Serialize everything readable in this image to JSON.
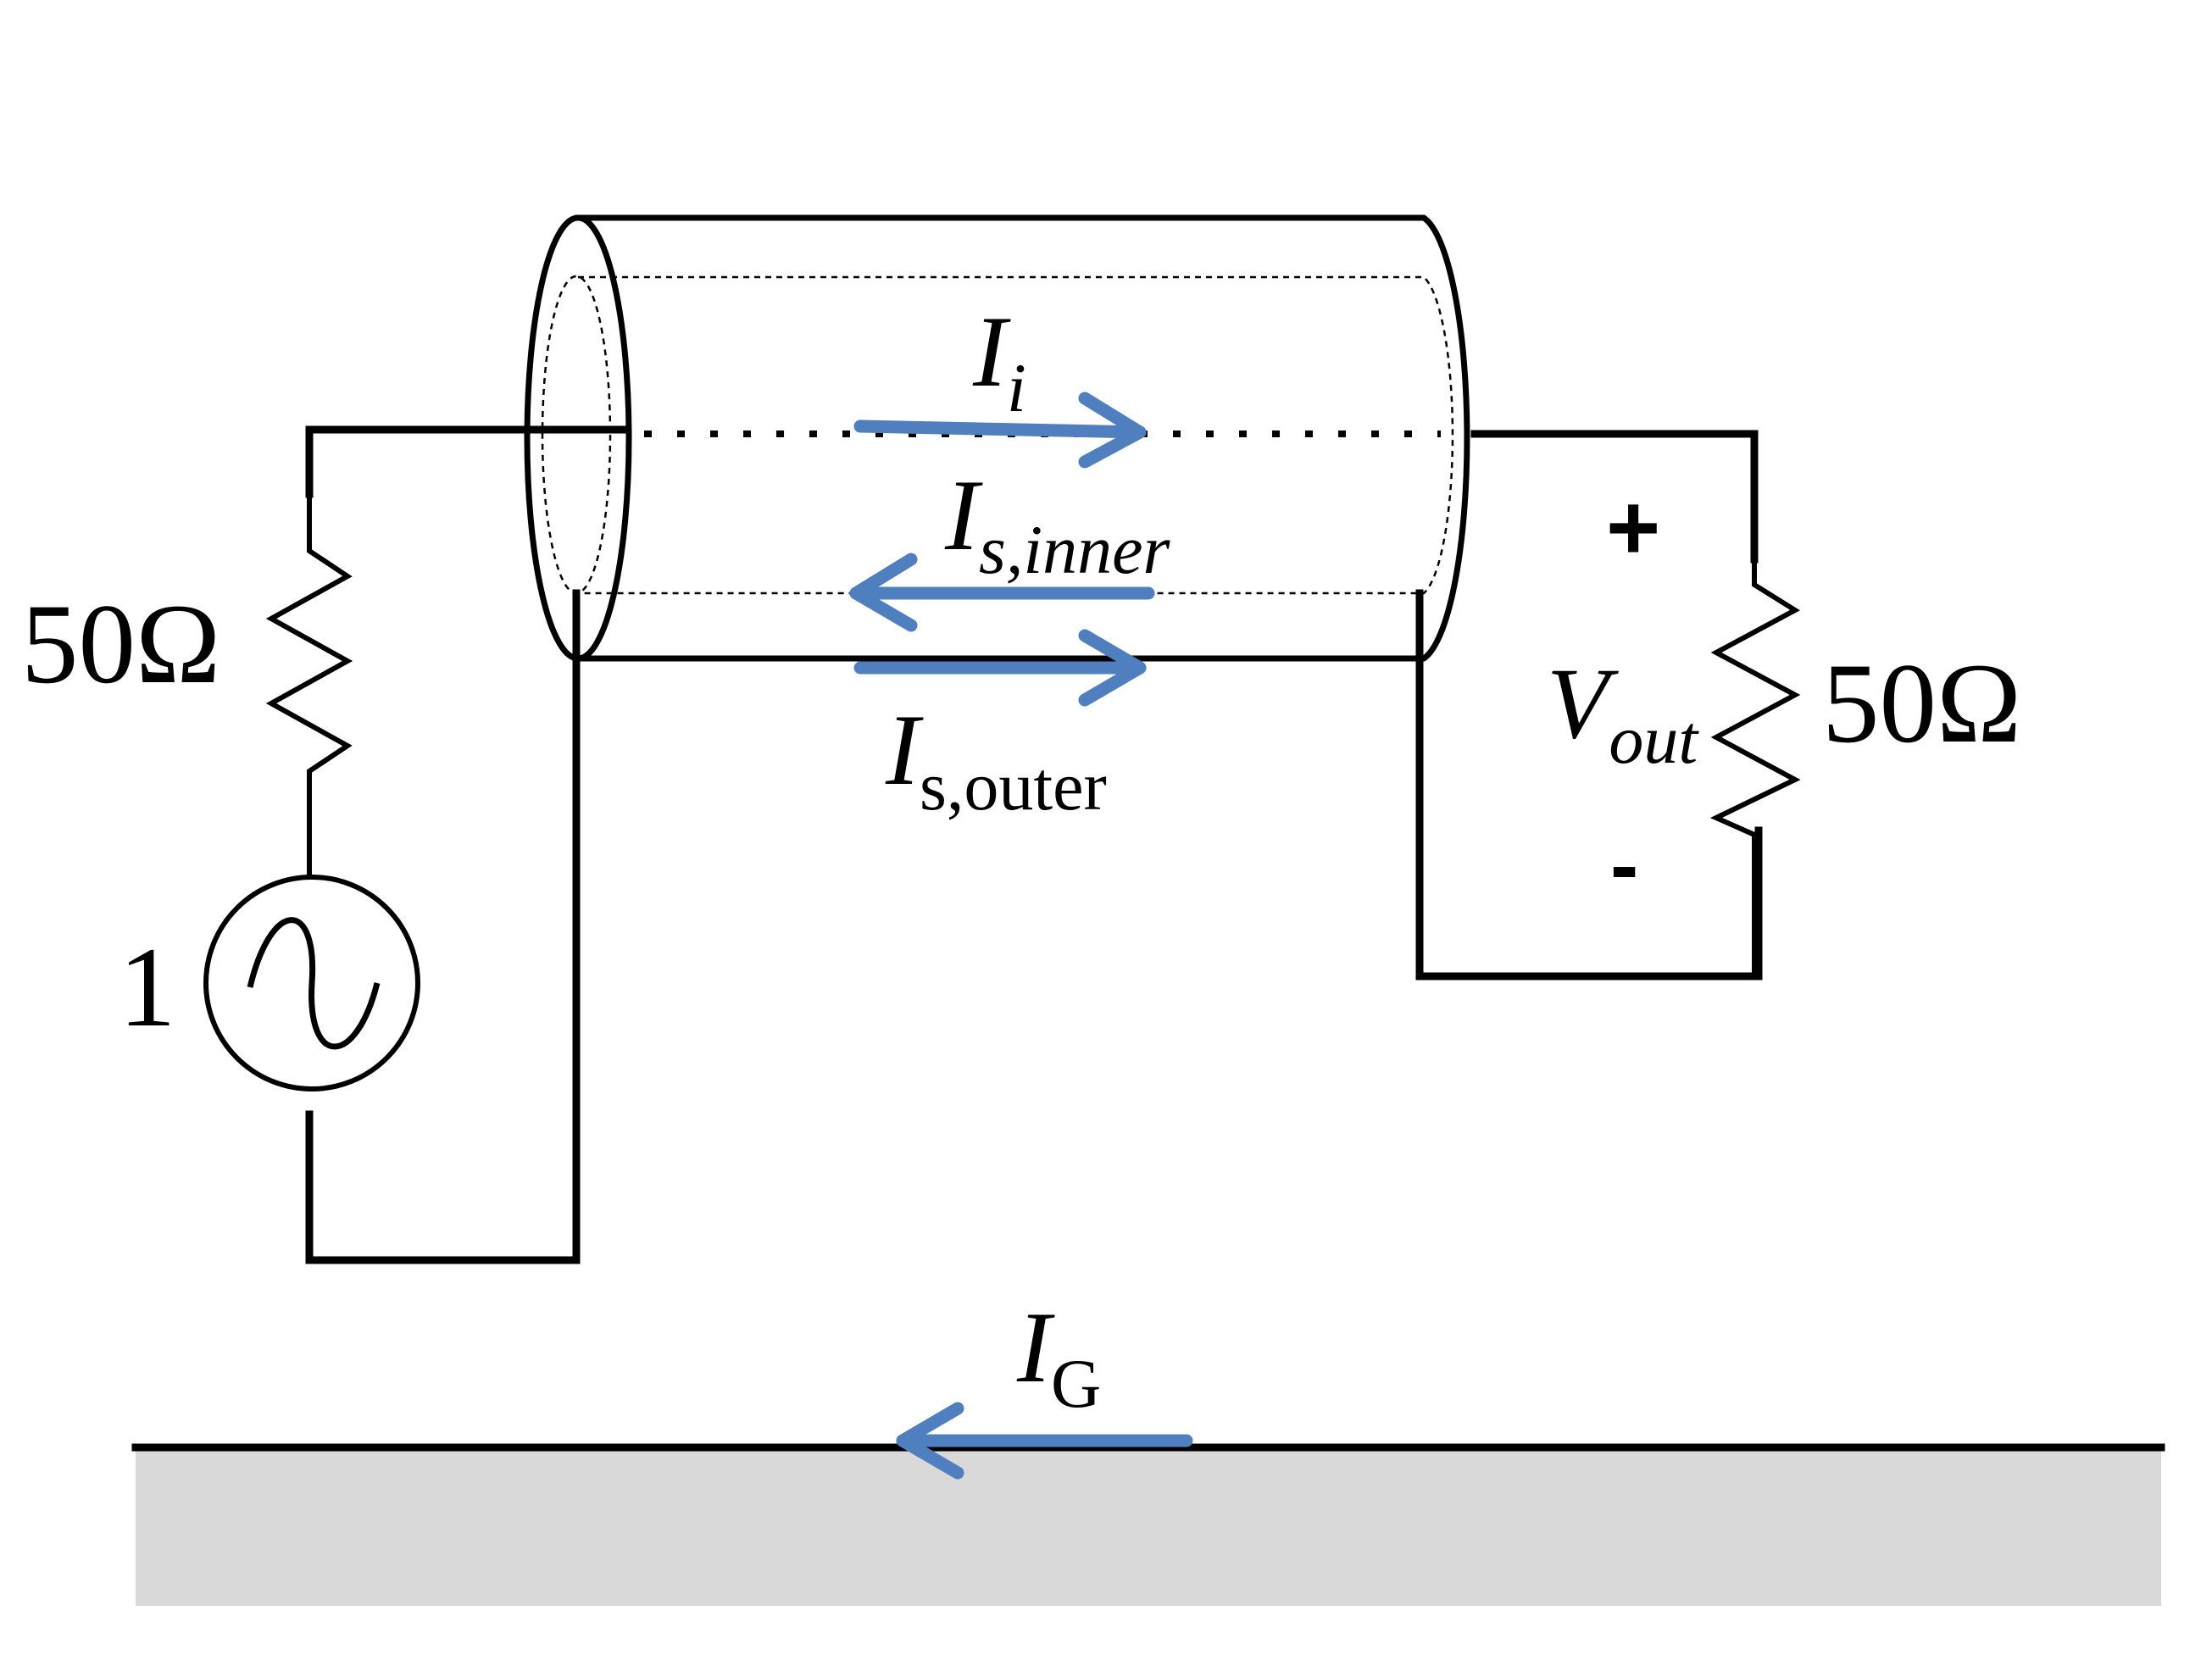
{
  "colors": {
    "arrow": "#4f7fbf",
    "wire": "#000000",
    "ground_fill": "#d9d9d9",
    "background": "#ffffff"
  },
  "source": {
    "resistor_label": "50Ω",
    "amplitude_label": "1"
  },
  "load": {
    "resistor_label": "50Ω",
    "plus": "+",
    "minus": "-",
    "voltage_main": "V",
    "voltage_sub": "out"
  },
  "currents": {
    "inner_conductor": {
      "main": "I",
      "sub": "i"
    },
    "shield_inner": {
      "main": "I",
      "sub": "s,inner"
    },
    "shield_outer": {
      "main": "I",
      "sub": "s,outer"
    },
    "ground": {
      "main": "I",
      "sub": "G"
    }
  },
  "icons": [
    "ac-source-icon",
    "resistor-icon",
    "arrow-icon",
    "ground-plane"
  ]
}
